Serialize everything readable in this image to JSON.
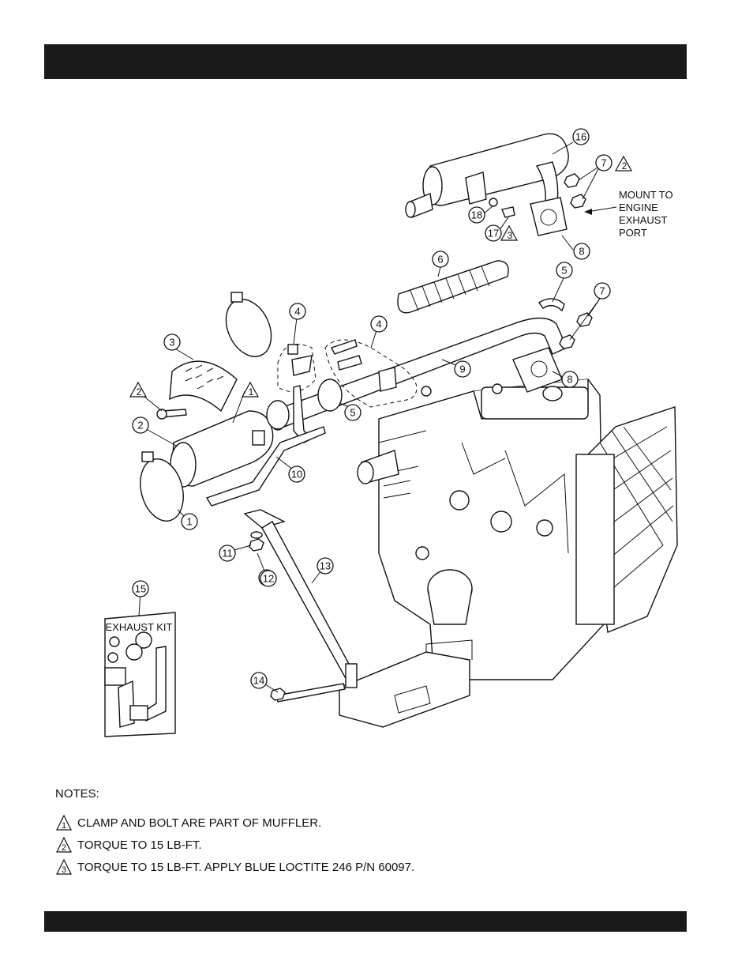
{
  "callouts": [
    "1",
    "1",
    "2",
    "3",
    "4",
    "4",
    "5",
    "5",
    "6",
    "7",
    "7",
    "8",
    "8",
    "9",
    "10",
    "11",
    "12",
    "13",
    "14",
    "15",
    "16",
    "17",
    "18"
  ],
  "warnings": [
    "1",
    "2",
    "2",
    "3"
  ],
  "mount_label": [
    "MOUNT TO",
    "ENGINE",
    "EXHAUST",
    "PORT"
  ],
  "kit_label": "EXHAUST KIT",
  "notes": {
    "title": "NOTES:",
    "items": [
      {
        "marker": "1",
        "text": "CLAMP AND BOLT ARE PART OF MUFFLER."
      },
      {
        "marker": "2",
        "text": "TORQUE TO 15 LB-FT."
      },
      {
        "marker": "3",
        "text": "TORQUE TO 15 LB-FT. APPLY BLUE LOCTITE 246 P/N 60097."
      }
    ]
  }
}
